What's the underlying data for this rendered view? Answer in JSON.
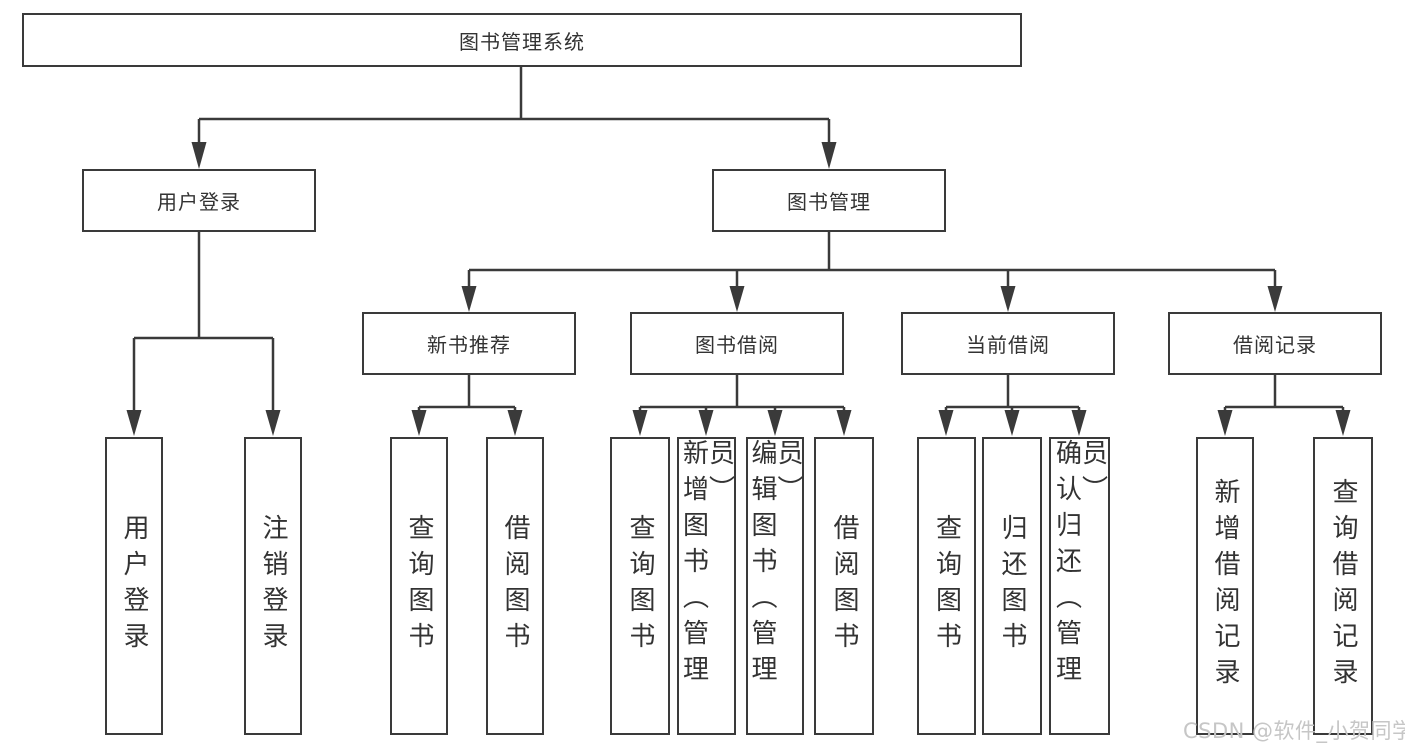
{
  "watermark": {
    "text": "CSDN @软件_小贺同学"
  },
  "colors": {
    "line": "#3a3a3a",
    "box_border": "#3a3a3a",
    "text": "#333333",
    "background": "#ffffff",
    "watermark": "#c6c6c6"
  },
  "hierarchy": {
    "label": "图书管理系统",
    "children": [
      {
        "label": "用户登录",
        "children": [
          {
            "label": "用户登录"
          },
          {
            "label": "注销登录"
          }
        ]
      },
      {
        "label": "图书管理",
        "children": [
          {
            "label": "新书推荐",
            "children": [
              {
                "label": "查询图书"
              },
              {
                "label": "借阅图书"
              }
            ]
          },
          {
            "label": "图书借阅",
            "children": [
              {
                "label": "查询图书"
              },
              {
                "label": "新增图书（管理员）"
              },
              {
                "label": "编辑图书（管理员）"
              },
              {
                "label": "借阅图书"
              }
            ]
          },
          {
            "label": "当前借阅",
            "children": [
              {
                "label": "查询图书"
              },
              {
                "label": "归还图书"
              },
              {
                "label": "确认归还（管理员）"
              }
            ]
          },
          {
            "label": "借阅记录",
            "children": [
              {
                "label": "新增借阅记录"
              },
              {
                "label": "查询借阅记录"
              }
            ]
          }
        ]
      }
    ]
  }
}
